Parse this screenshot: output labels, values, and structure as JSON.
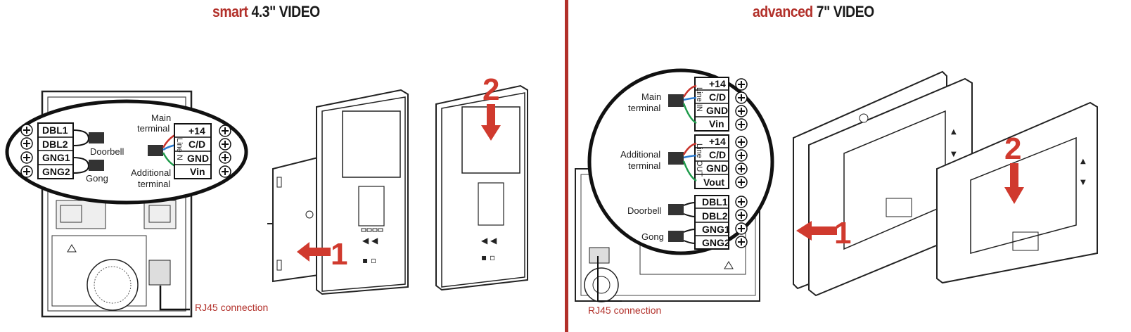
{
  "left": {
    "title_accent": "smart",
    "title_main": "4.3\" VIDEO",
    "terminals_left": [
      "DBL1",
      "DBL2",
      "GNG1",
      "GNG2"
    ],
    "labels": {
      "doorbell": "Doorbell",
      "gong": "Gong",
      "main": "Main",
      "terminal": "terminal",
      "additional": "Additional",
      "line": "Line N"
    },
    "terminals_right": [
      "+14",
      "C/D",
      "GND",
      "Vin"
    ],
    "rj45": "RJ45 connection",
    "step1": "1",
    "step2": "2"
  },
  "right": {
    "title_accent": "advanced",
    "title_main": "7\" VIDEO",
    "main_terminals": [
      "+14",
      "C/D",
      "GND",
      "Vin"
    ],
    "additional_terminals": [
      "+14",
      "C/D",
      "GND",
      "Vout"
    ],
    "bell_terminals": [
      "DBL1",
      "DBL2",
      "GNG1",
      "GNG2"
    ],
    "labels": {
      "main": "Main",
      "terminal": "terminal",
      "additional": "Additional",
      "doorbell": "Doorbell",
      "gong": "Gong",
      "line_in": "Line IN",
      "line_out": "Line OUT"
    },
    "rj45": "RJ45 connection",
    "step1": "1",
    "step2": "2"
  },
  "colors": {
    "accent": "#b2302a",
    "arrow": "#d03a2e",
    "wire_red": "#c8322a",
    "wire_blue": "#2a7bd1",
    "wire_green": "#1e9a4a"
  }
}
